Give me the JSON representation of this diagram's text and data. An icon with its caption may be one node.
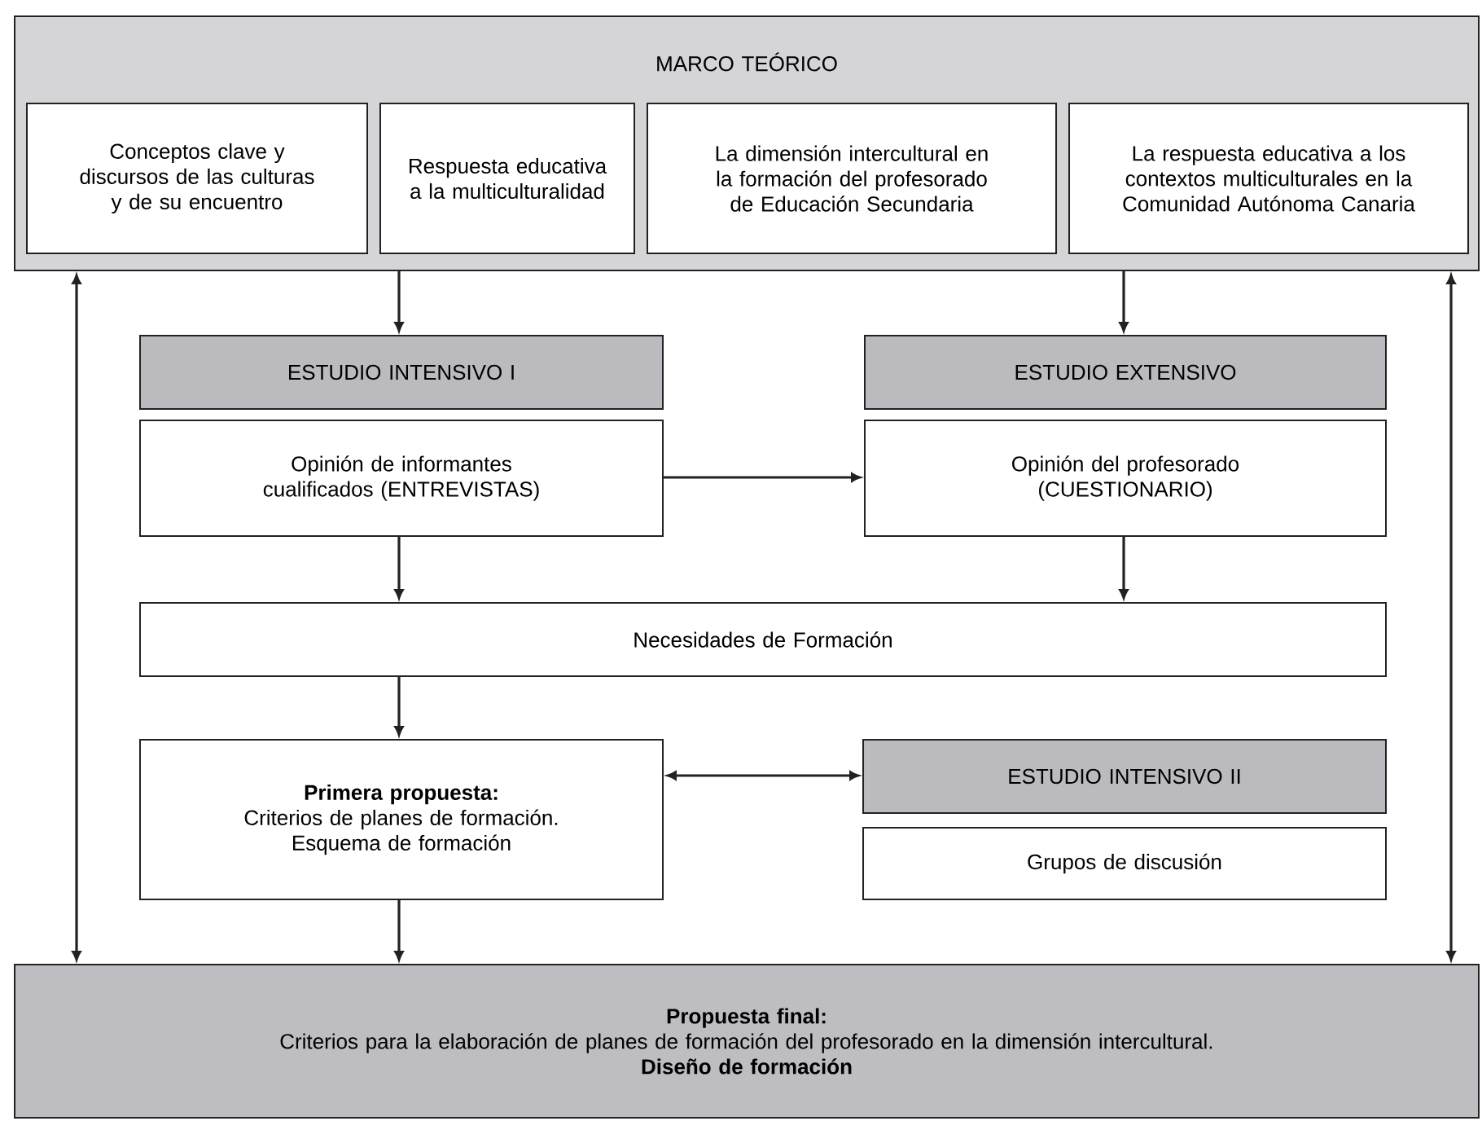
{
  "diagram": {
    "nodes": [
      {
        "text": [
          "MARCO TEÓRICO"
        ]
      },
      {
        "text": [
          "Conceptos clave y discursos de las culturas y de su encuentro"
        ],
        "in": 0
      },
      {
        "text": [
          "Respuesta educativa a la multiculturalidad"
        ],
        "in": 0
      },
      {
        "text": [
          "La dimensión intercultural en la formación del profesorado de Educación Secundaria"
        ],
        "in": 0
      },
      {
        "text": [
          "La respuesta educativa a los contextos multiculturales en la Comunidad Autónoma Canaria"
        ],
        "in": 0
      },
      {
        "text": [
          "ESTUDIO INTENSIVO I"
        ]
      },
      {
        "text": [
          "Opinión de informantes cualificados (ENTREVISTAS)"
        ]
      },
      {
        "text": [
          "ESTUDIO EXTENSIVO"
        ]
      },
      {
        "text": [
          "Opinión del profesorado (CUESTIONARIO)"
        ]
      },
      {
        "text": [
          "Necesidades de Formación"
        ]
      },
      {
        "text": [
          "Primera propuesta:",
          "Criterios de planes de formación. Esquema de formación"
        ]
      },
      {
        "text": [
          "ESTUDIO INTENSIVO II"
        ]
      },
      {
        "text": [
          "Grupos de discusión"
        ]
      },
      {
        "text": [
          "Propuesta final:",
          "Criterios para la elaboración de planes de formación del profesorado en la dimensión intercultural.",
          "Diseño de formación"
        ]
      }
    ],
    "edges": [
      {
        "from": 0,
        "to": 5,
        "arrow": "to"
      },
      {
        "from": 0,
        "to": 7,
        "arrow": "to"
      },
      {
        "from": 0,
        "to": 13,
        "arrow": "both"
      },
      {
        "from": 0,
        "to": 13,
        "arrow": "both"
      },
      {
        "from": 6,
        "to": 8,
        "arrow": "to"
      },
      {
        "from": 6,
        "to": 9,
        "arrow": "to"
      },
      {
        "from": 8,
        "to": 9,
        "arrow": "to"
      },
      {
        "from": 9,
        "to": 10,
        "arrow": "to"
      },
      {
        "from": 10,
        "to": 11,
        "arrow": "both"
      },
      {
        "from": 10,
        "to": 13,
        "arrow": "to"
      }
    ]
  }
}
